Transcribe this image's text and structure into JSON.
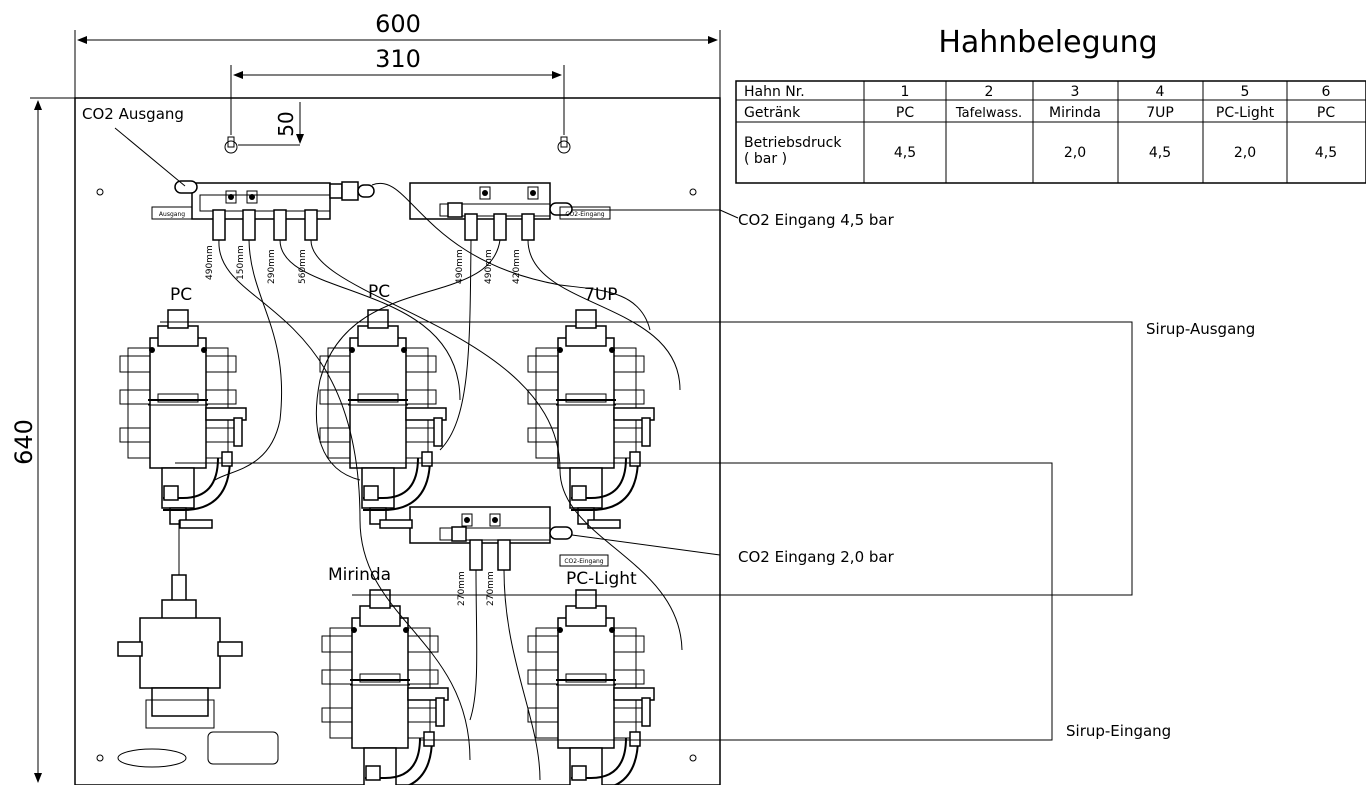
{
  "dimensions": {
    "width_total": "600",
    "width_inner": "310",
    "height_total": "640",
    "hole_offset": "50"
  },
  "title": "Hahnbelegung",
  "table": {
    "header_label": "Hahn Nr.",
    "numbers": [
      "1",
      "2",
      "3",
      "4",
      "5",
      "6"
    ],
    "row_drink_label": "Getränk",
    "drinks": [
      "PC",
      "Tafelwass.",
      "Mirinda",
      "7UP",
      "PC-Light",
      "PC"
    ],
    "row_pressure_label_1": "Betriebsdruck",
    "row_pressure_label_2": "( bar )",
    "pressures": [
      "4,5",
      "",
      "2,0",
      "4,5",
      "2,0",
      "4,5"
    ]
  },
  "labels": {
    "co2_out": "CO2 Ausgang",
    "co2_in_45": "CO2 Eingang 4,5 bar",
    "co2_in_20": "CO2 Eingang 2,0 bar",
    "syrup_out": "Sirup-Ausgang",
    "syrup_in": "Sirup-Eingang",
    "tag_ausgang": "Ausgang",
    "tag_co2_eingang": "CO2-Eingang",
    "tag_co2_eingang_2": "CO2-Eingang"
  },
  "pumps": {
    "p1": "PC",
    "p2": "PC",
    "p3": "7UP",
    "p4": "Mirinda",
    "p5": "PC-Light"
  },
  "hose_lengths": {
    "a1": "490mm",
    "a2": "150mm",
    "a3": "290mm",
    "a4": "560mm",
    "b1": "490mm",
    "b2": "490mm",
    "b3": "420mm",
    "c1": "270mm",
    "c2": "270mm"
  }
}
